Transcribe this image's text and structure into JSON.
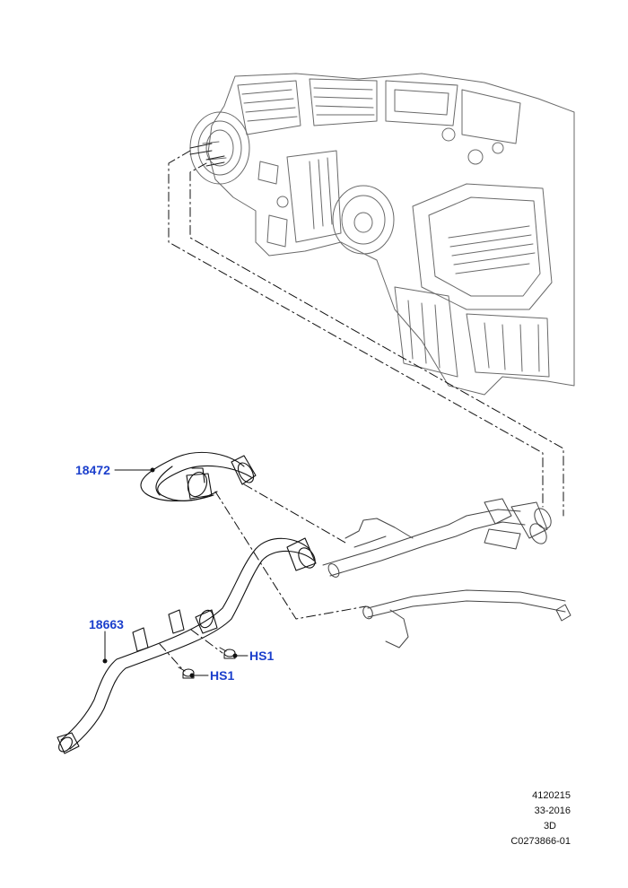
{
  "callouts": {
    "heater_hose_inlet": "18472",
    "heater_hose_outlet": "18663",
    "bolt_upper": "HS1",
    "bolt_lower": "HS1"
  },
  "footer": {
    "line1": "4120215",
    "line2": "33-2016",
    "line3": "3D",
    "line4": "C0273866-01"
  },
  "colors": {
    "callout": "#1b3fcc",
    "line_art": "#000000"
  }
}
